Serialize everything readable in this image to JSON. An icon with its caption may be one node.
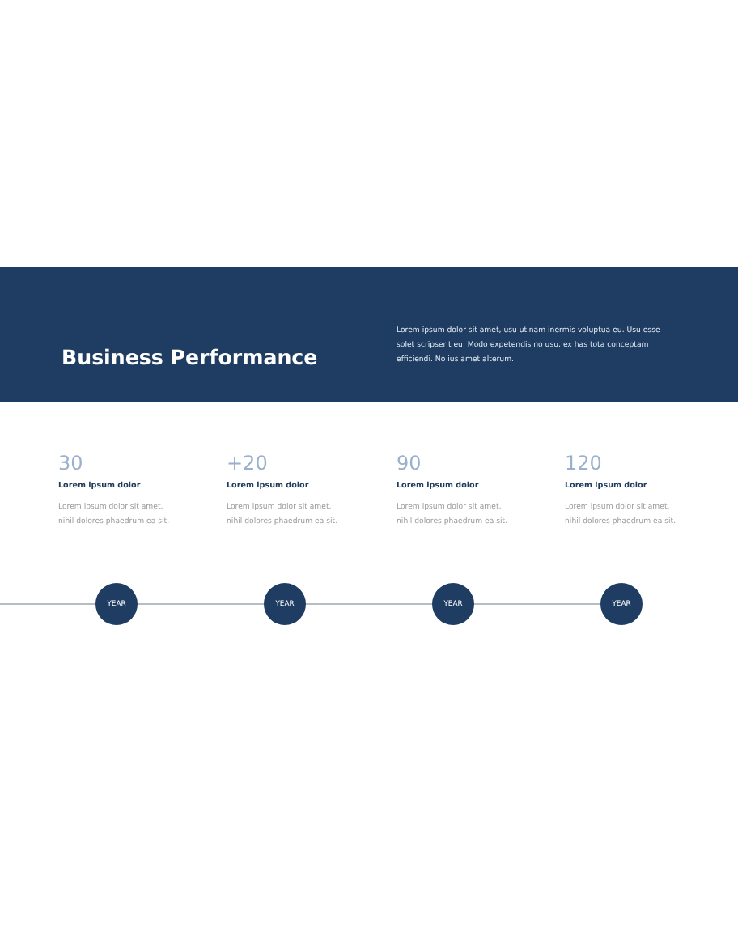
{
  "diagram": {
    "nodes": [
      {
        "text": [
          "Business Performance",
          "Lorem ipsum dolor sit amet, usu utinam inermis voluptua eu. Usu esse solet scripserit eu. Modo expetendis no usu, ex has tota conceptam efficiendi. No ius amet alterum."
        ]
      },
      {
        "text": [
          "YEAR"
        ],
        "beside": [
          "30",
          "Lorem ipsum dolor",
          "Lorem ipsum dolor sit amet, nihil dolores phaedrum ea sit."
        ]
      },
      {
        "text": [
          "YEAR"
        ],
        "beside": [
          "+20",
          "Lorem ipsum dolor",
          "Lorem ipsum dolor sit amet, nihil dolores phaedrum ea sit."
        ]
      },
      {
        "text": [
          "YEAR"
        ],
        "beside": [
          "90",
          "Lorem ipsum dolor",
          "Lorem ipsum dolor sit amet, nihil dolores phaedrum ea sit."
        ]
      },
      {
        "text": [
          "YEAR"
        ],
        "beside": [
          "120",
          "Lorem ipsum dolor",
          "Lorem ipsum dolor sit amet, nihil dolores phaedrum ea sit."
        ]
      }
    ],
    "edges": [
      {
        "from": null,
        "to": 1,
        "arrow": "none"
      },
      {
        "from": 1,
        "to": 2,
        "arrow": "none"
      },
      {
        "from": 2,
        "to": 3,
        "arrow": "none"
      },
      {
        "from": 3,
        "to": 4,
        "arrow": "none"
      }
    ]
  }
}
